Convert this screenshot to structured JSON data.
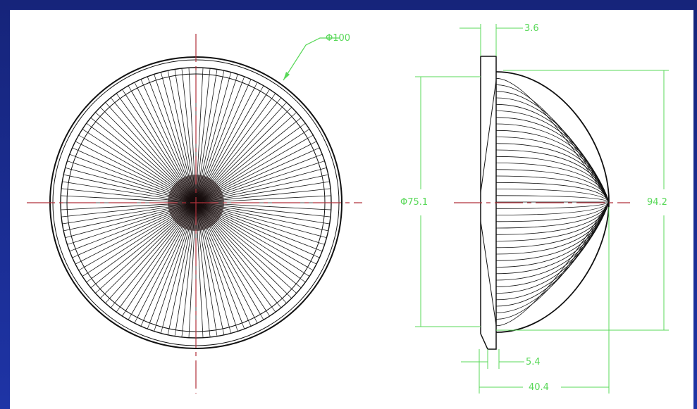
{
  "colors": {
    "background": "#1a2a8c",
    "drawing": "#111111",
    "centerline": "#b0303a",
    "dimension": "#3fcf3f"
  },
  "front_view": {
    "outer_diameter_label": "Φ100",
    "rib_count": 120
  },
  "side_view": {
    "flange_thickness_label": "3.6",
    "inner_diameter_label": "Φ75.1",
    "height_label": "94.2",
    "base_offset_label": "5.4",
    "depth_label": "40.4"
  }
}
